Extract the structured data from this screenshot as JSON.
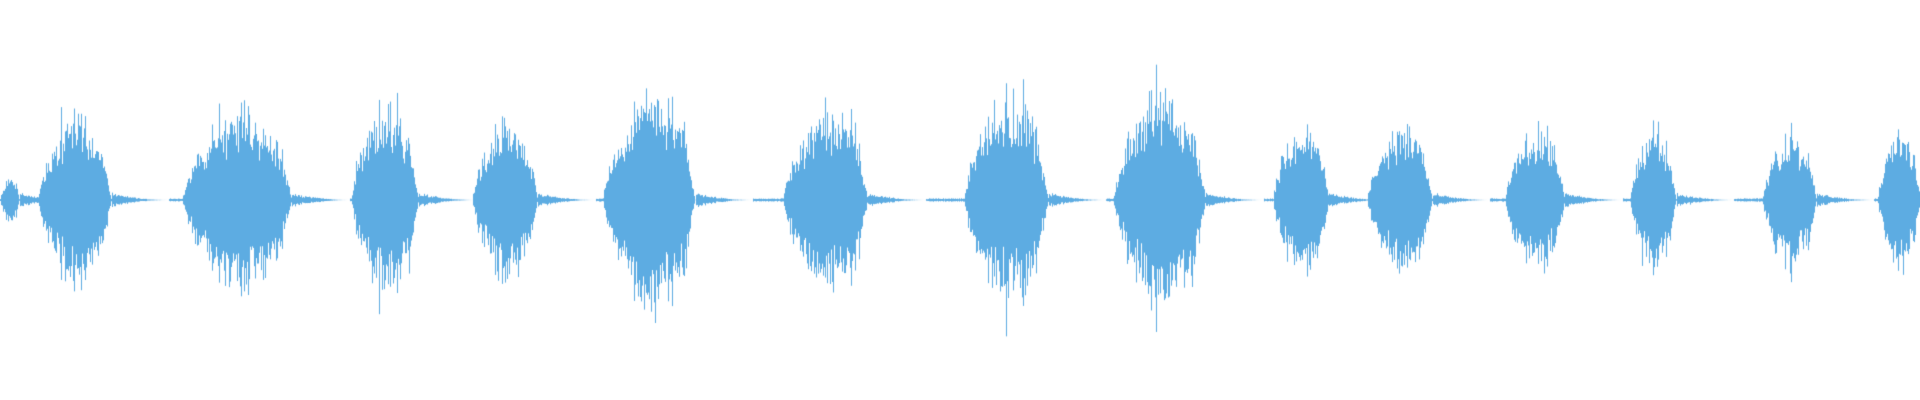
{
  "waveform": {
    "color": "#5dace2",
    "background": "#ffffff",
    "bursts": [
      {
        "start": 0.0,
        "end": 0.01,
        "peak": 0.12
      },
      {
        "start": 0.02,
        "end": 0.058,
        "peak": 0.42
      },
      {
        "start": 0.095,
        "end": 0.152,
        "peak": 0.45
      },
      {
        "start": 0.183,
        "end": 0.218,
        "peak": 0.46
      },
      {
        "start": 0.246,
        "end": 0.28,
        "peak": 0.4
      },
      {
        "start": 0.314,
        "end": 0.362,
        "peak": 0.55
      },
      {
        "start": 0.408,
        "end": 0.452,
        "peak": 0.45
      },
      {
        "start": 0.502,
        "end": 0.546,
        "peak": 0.5
      },
      {
        "start": 0.58,
        "end": 0.628,
        "peak": 0.54
      },
      {
        "start": 0.663,
        "end": 0.692,
        "peak": 0.39
      },
      {
        "start": 0.712,
        "end": 0.746,
        "peak": 0.36
      },
      {
        "start": 0.784,
        "end": 0.815,
        "peak": 0.36
      },
      {
        "start": 0.849,
        "end": 0.873,
        "peak": 0.36
      },
      {
        "start": 0.918,
        "end": 0.946,
        "peak": 0.33
      },
      {
        "start": 0.978,
        "end": 1.0,
        "peak": 0.34
      }
    ]
  }
}
